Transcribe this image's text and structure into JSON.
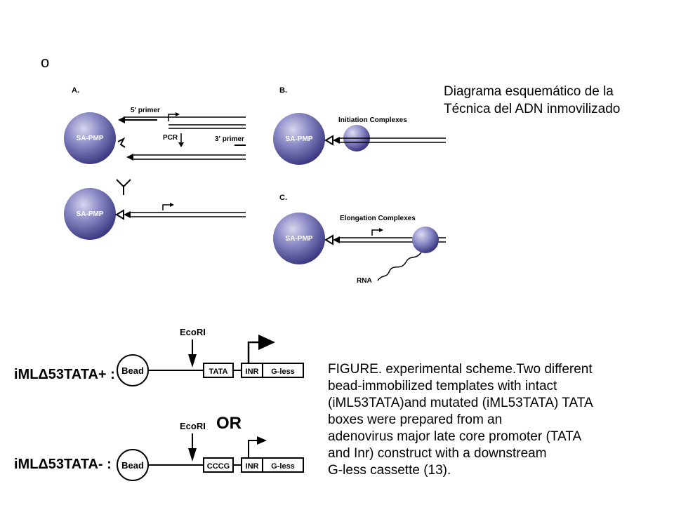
{
  "corner_letter": "o",
  "title": {
    "line1": "Diagrama esquemático de la",
    "line2": "Técnica del ADN inmovilizado"
  },
  "top_figure": {
    "panel_a": "A.",
    "panel_b": "B.",
    "panel_c": "C.",
    "bead_label": "SA-PMP",
    "primer5": "5' primer",
    "pcr": "PCR",
    "primer3": "3' primer",
    "initiation": "Initiation Complexes",
    "elongation": "Elongation Complexes",
    "rna": "RNA"
  },
  "bottom_figure": {
    "construct_plus": "iMLΔ53TATA+ :",
    "construct_minus": "iMLΔ53TATA- :",
    "bead": "Bead",
    "ecori": "EcoRI",
    "tata": "TATA",
    "cccg": "CCCG",
    "inr": "INR",
    "gless": "G-less",
    "or": "OR"
  },
  "caption_lines": [
    "FIGURE. experimental scheme.Two different",
    "bead-immobilized  templates with intact",
    "(iML53TATA)and mutated (iML53TATA) TATA",
    "boxes were prepared from an",
    " adenovirus major late core promoter (TATA",
    "and Inr) construct with a downstream",
    " G-less cassette (13)."
  ]
}
